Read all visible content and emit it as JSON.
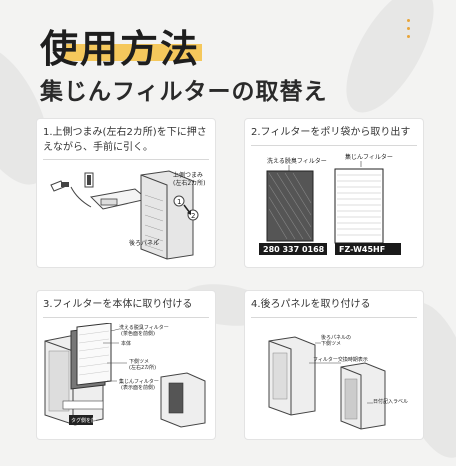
{
  "page": {
    "title": "使用方法",
    "subtitle": "集じんフィルターの取替え"
  },
  "steps": [
    {
      "caption": "1.上側つまみ(左右2カ所)を下に押さえながら、手前に引く。",
      "labels": {
        "upper_knob": "上側つまみ",
        "two_places": "(左右2カ所)",
        "rear_panel": "後ろパネル",
        "n1": "1",
        "n2": "2"
      }
    },
    {
      "caption": "2.フィルターをポリ袋から取り出す",
      "labels": {
        "washable_deo": "洗える脱臭フィルター",
        "dust_filter": "集じんフィルター",
        "code_left": "280 337 0168",
        "code_right": "FZ-W45HF"
      }
    },
    {
      "caption": "3.フィルターを本体に取り付ける",
      "labels": {
        "washable_deo": "洗える脱臭フィルター",
        "brown_side": "(茶色面を前側)",
        "main_unit": "本体",
        "lower_tab": "下側ツメ",
        "two_places": "(左右2カ所)",
        "dust_filter": "集じんフィルター",
        "front_side": "(表示面を前側)",
        "tag_front": "タグ側を前"
      }
    },
    {
      "caption": "4.後ろパネルを取り付ける",
      "labels": {
        "rear_panel_tab": "後ろパネルの",
        "lower_tab": "下側ツメ",
        "replace_label": "フィルター交換時期表示",
        "date_entry": "日付記入ラベル"
      }
    }
  ]
}
